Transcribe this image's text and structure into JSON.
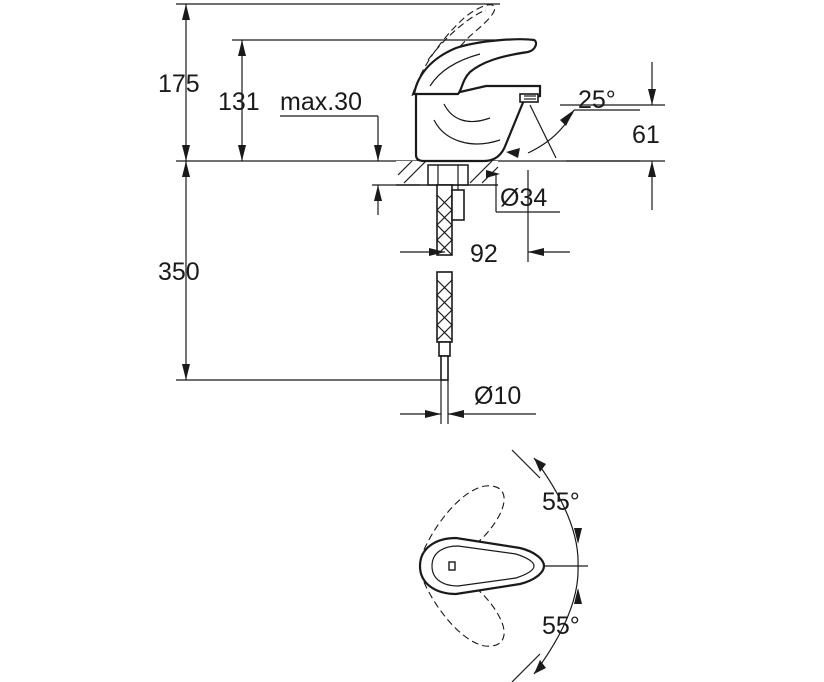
{
  "dimensions": {
    "height_total": "175",
    "height_spout": "131",
    "max_deck": "max.30",
    "spout_angle": "25°",
    "spout_height": "61",
    "hole_diameter": "Ø34",
    "projection": "92",
    "hose_length": "350",
    "hose_diameter": "Ø10",
    "lever_angle_top": "55°",
    "lever_angle_bottom": "55°"
  }
}
